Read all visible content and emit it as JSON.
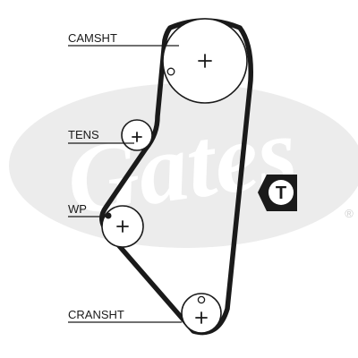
{
  "watermark": {
    "brand": "Gates",
    "registered_mark": "®",
    "color": "#e6e6e6"
  },
  "pulleys": {
    "camshaft_label": "CAMSHT",
    "tensioner_label": "TENS",
    "water_pump_label": "WP",
    "crankshaft_label": "CRANSHT"
  },
  "badge": {
    "letter": "T"
  },
  "colors": {
    "line": "#1a1a1a",
    "background": "#ffffff"
  }
}
